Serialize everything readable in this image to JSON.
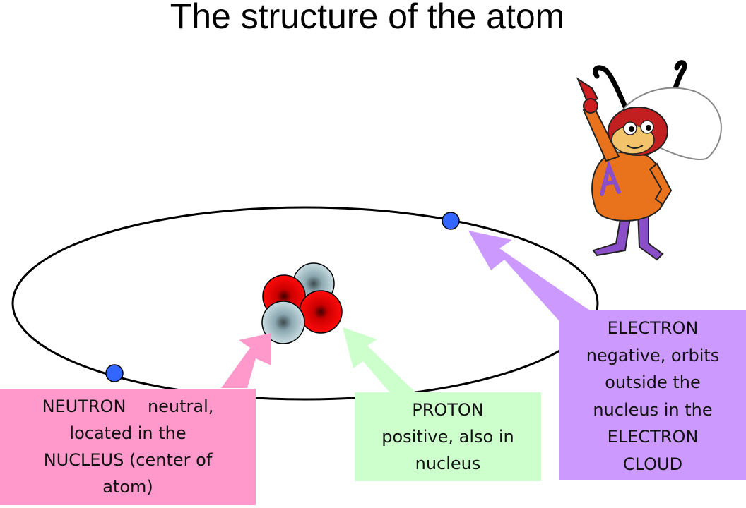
{
  "title": "The structure of the atom",
  "labels": {
    "neutron": {
      "line1": "NEUTRON    neutral,",
      "line2": "located in the",
      "line3": "NUCLEUS (center of",
      "line4": "atom)"
    },
    "proton": {
      "line1": "PROTON",
      "line2": "positive, also in",
      "line3": "nucleus"
    },
    "electron": {
      "line1": "ELECTRON",
      "line2": "negative, orbits",
      "line3": "outside the",
      "line4": "nucleus in the",
      "line5": "ELECTRON",
      "line6": "CLOUD"
    }
  },
  "colors": {
    "neutron_box": "#ff99cc",
    "proton_box": "#ccffcc",
    "electron_box": "#cc99ff",
    "electron": "#3366ff",
    "proton": "#cc0000",
    "neutron": "#8ca8b0",
    "orbit": "#000000"
  },
  "mascot": "atom-ant-cartoon"
}
